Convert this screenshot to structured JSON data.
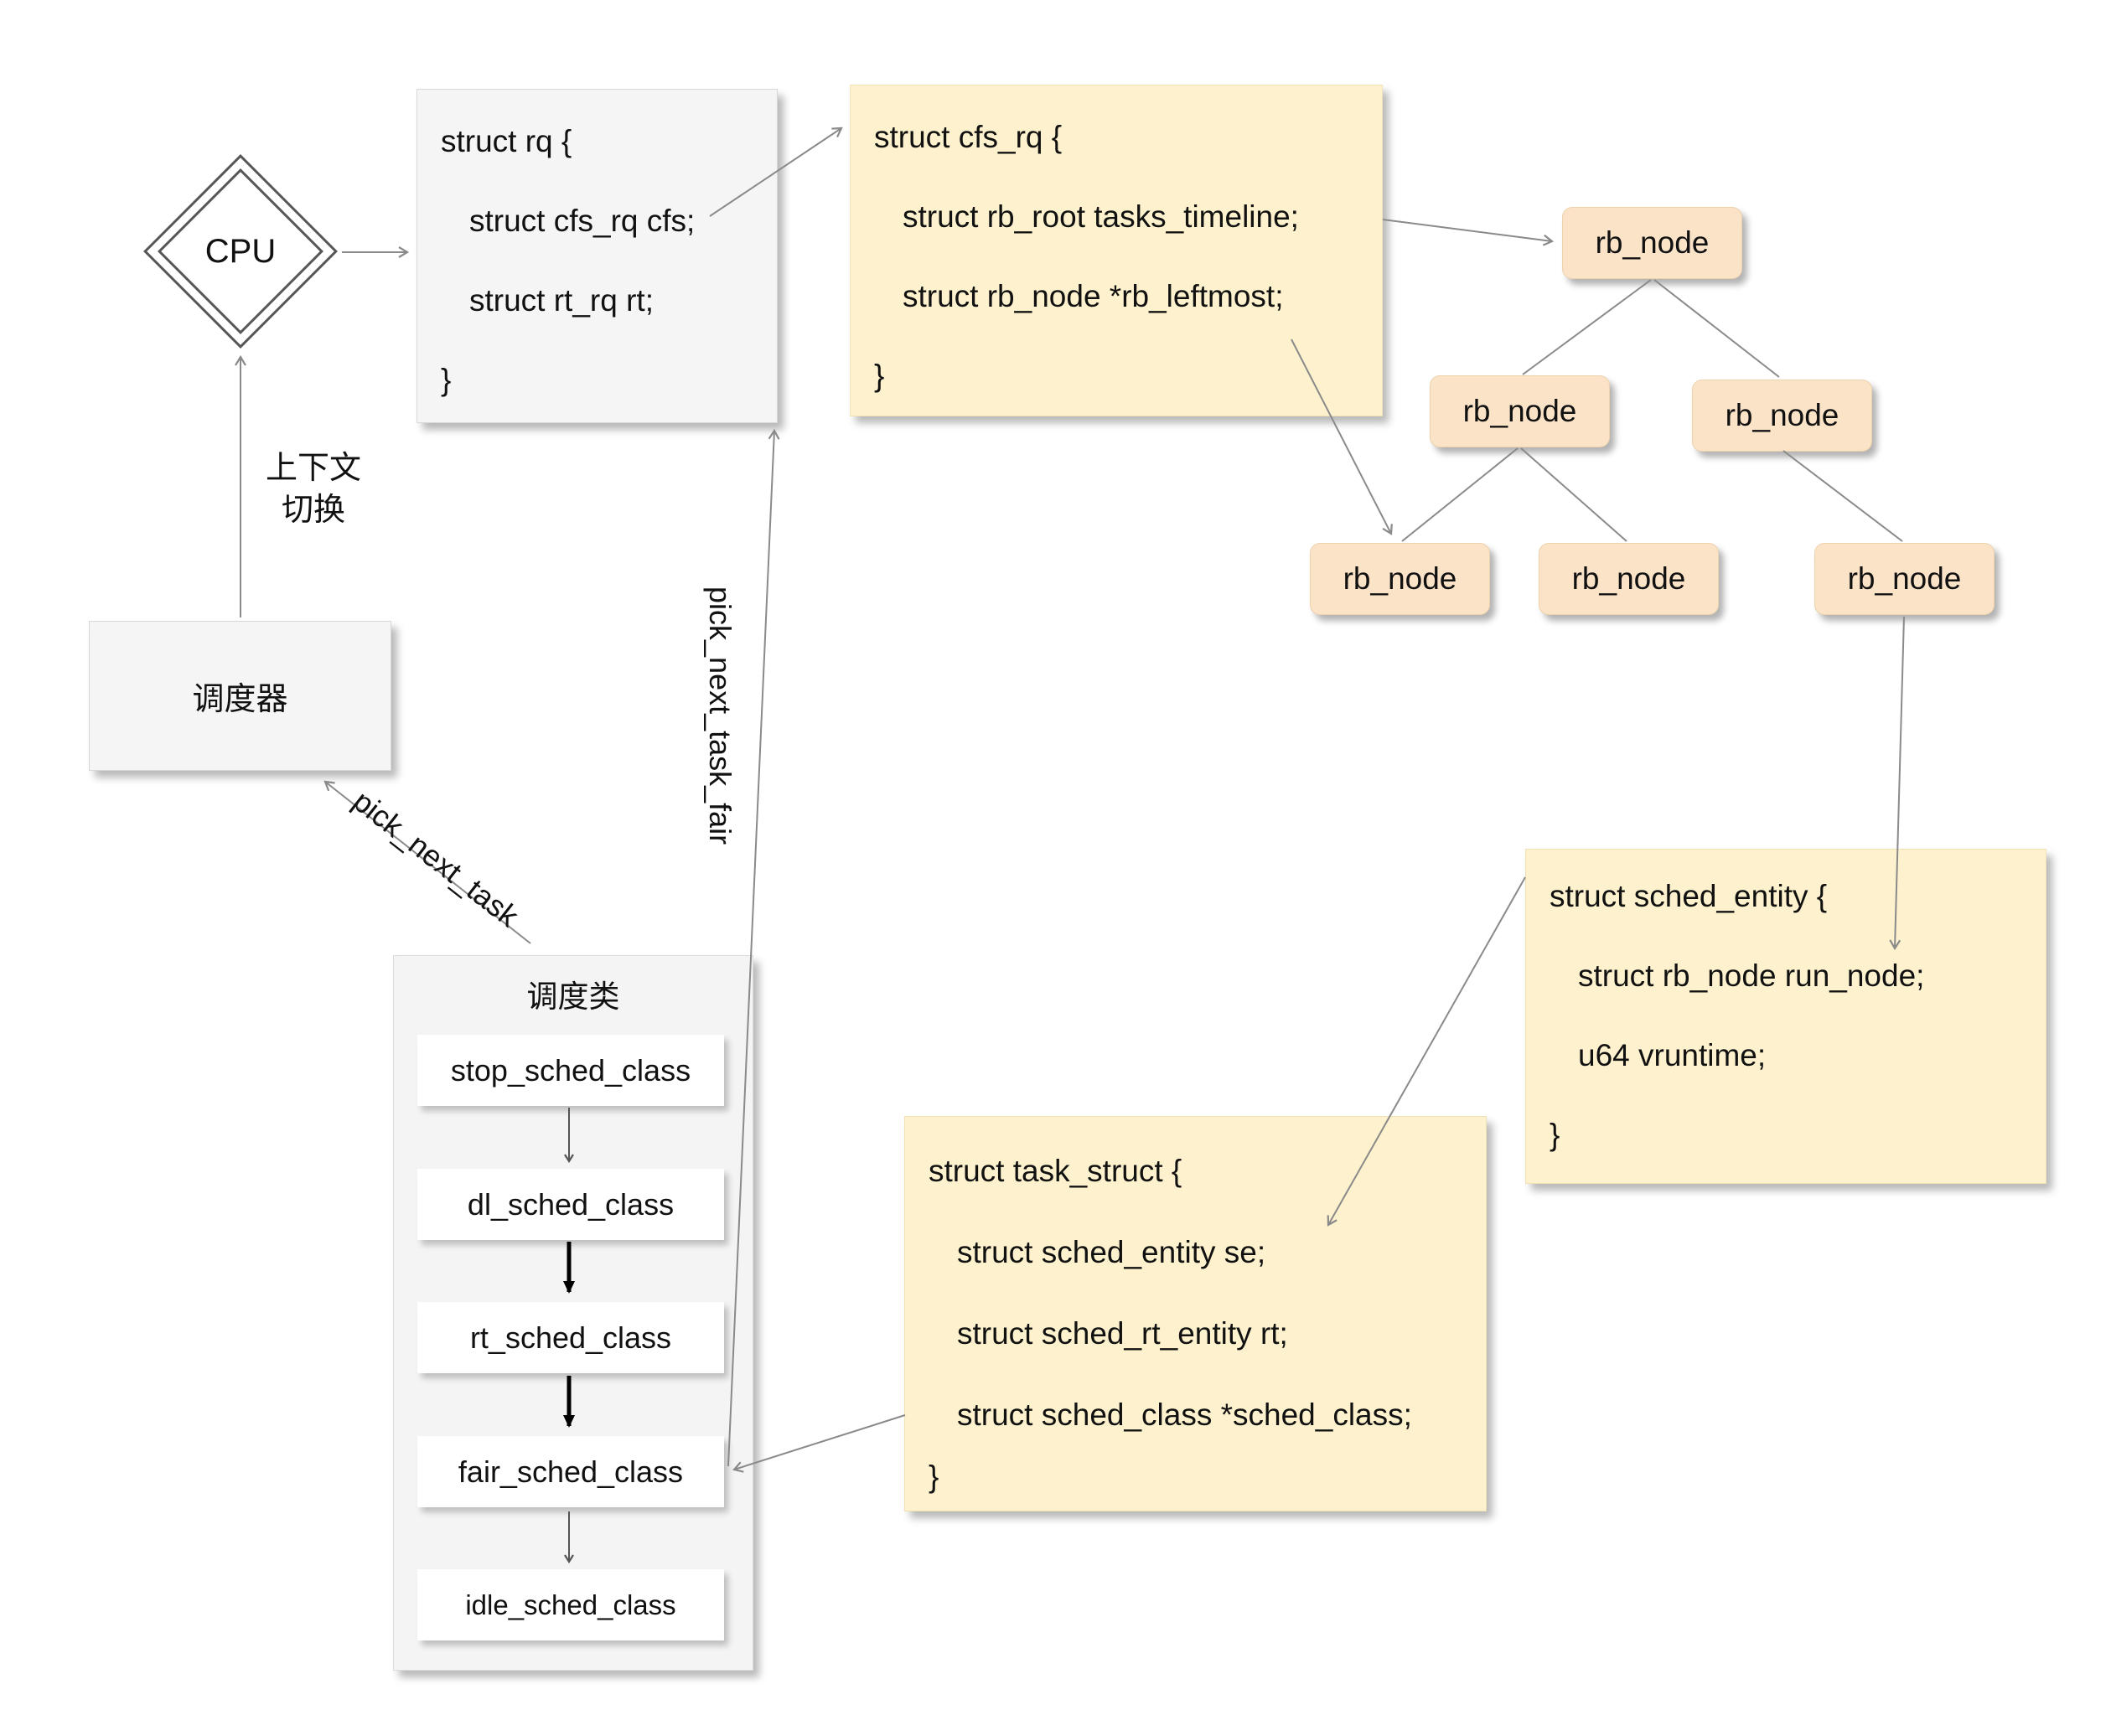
{
  "colors": {
    "box_gray": "#f5f5f5",
    "box_yellow": "#fdf2cd",
    "node_peach": "#fbe3c8",
    "arrow_gray": "#8a8a8a",
    "arrow_black": "#000000",
    "text": "#111111"
  },
  "cpu": {
    "label": "CPU"
  },
  "rq_box": {
    "lines": [
      "struct rq {",
      "struct cfs_rq cfs;",
      "struct rt_rq rt;",
      "}"
    ]
  },
  "cfs_rq_box": {
    "lines": [
      "struct cfs_rq {",
      "struct rb_root tasks_timeline;",
      "struct rb_node *rb_leftmost;",
      "}"
    ]
  },
  "scheduler": {
    "label": "调度器"
  },
  "labels": {
    "context_switch_line1": "上下文",
    "context_switch_line2": "切换",
    "pick_next_task": "pick_next_task",
    "pick_next_task_fair": "pick_next_task_fair"
  },
  "sched_class_panel": {
    "title": "调度类",
    "items": [
      "stop_sched_class",
      "dl_sched_class",
      "rt_sched_class",
      "fair_sched_class",
      "idle_sched_class"
    ]
  },
  "task_struct_box": {
    "lines": [
      "struct task_struct {",
      "struct sched_entity se;",
      "struct sched_rt_entity rt;",
      "struct sched_class *sched_class;",
      "}"
    ]
  },
  "sched_entity_box": {
    "lines": [
      "struct sched_entity {",
      "struct rb_node run_node;",
      "u64 vruntime;",
      "}"
    ]
  },
  "tree": {
    "nodes": [
      "rb_node",
      "rb_node",
      "rb_node",
      "rb_node",
      "rb_node",
      "rb_node"
    ]
  }
}
